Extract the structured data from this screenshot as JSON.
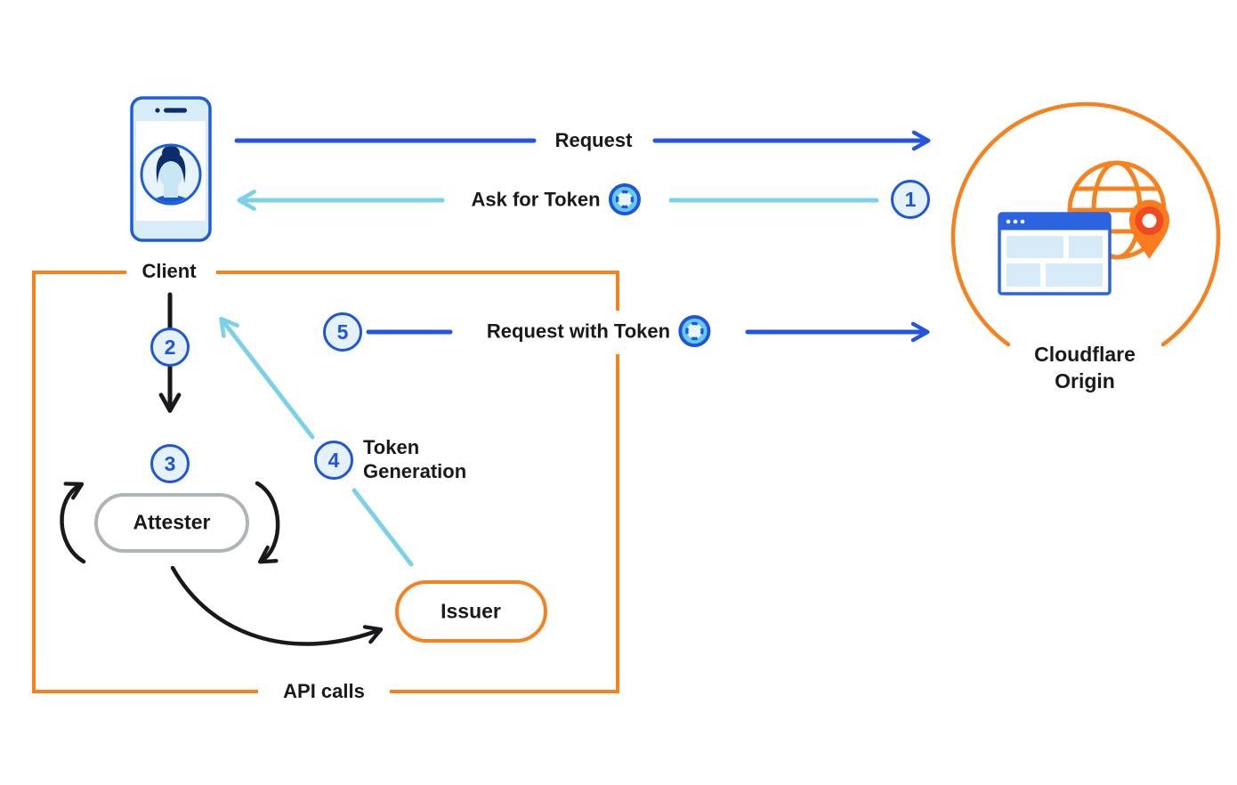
{
  "nodes": {
    "client": {
      "label": "Client"
    },
    "cloudflare_origin": {
      "label_line1": "Cloudflare",
      "label_line2": "Origin"
    },
    "attester": {
      "label": "Attester"
    },
    "issuer": {
      "label": "Issuer"
    }
  },
  "edges": {
    "request": {
      "label": "Request"
    },
    "ask_for_token": {
      "label": "Ask for Token"
    },
    "request_with_token": {
      "label": "Request with Token"
    },
    "token_generation": {
      "label_line1": "Token",
      "label_line2": "Generation"
    },
    "api_calls": {
      "label": "API calls"
    }
  },
  "steps": [
    {
      "number": "1"
    },
    {
      "number": "2"
    },
    {
      "number": "3"
    },
    {
      "number": "4"
    },
    {
      "number": "5"
    }
  ],
  "icons": {
    "client_device": "smartphone-user-avatar-icon",
    "origin": "globe-browser-location-pin-icon",
    "token": "token-icon"
  },
  "colors": {
    "blue": "#2455DC",
    "light_blue": "#7BD1E8",
    "orange": "#F6821F",
    "badge_border": "#1D55DB",
    "badge_fill": "#E5F2FB",
    "black": "#17191C",
    "gray_border": "#AEB4BA",
    "phone_band": "#D9ECFA",
    "navy": "#0B2E6B"
  }
}
